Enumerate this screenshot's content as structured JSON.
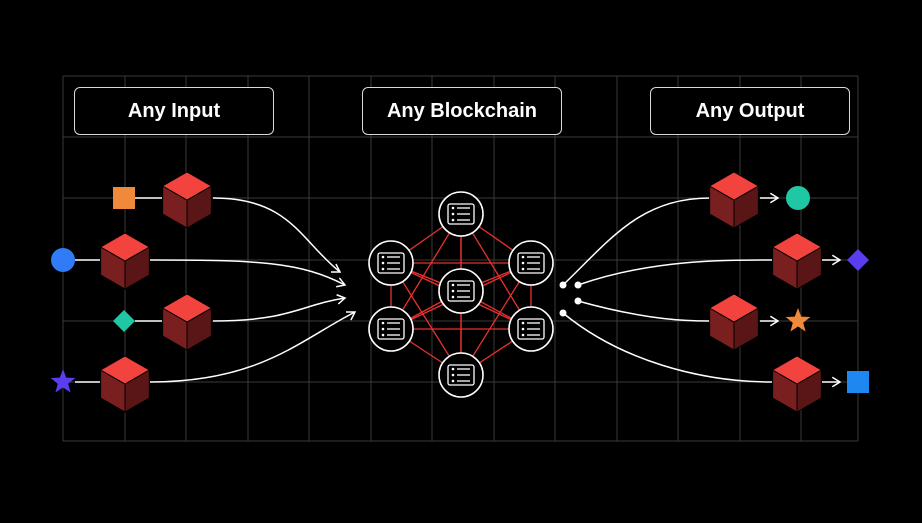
{
  "labels": {
    "input": "Any Input",
    "blockchain": "Any Blockchain",
    "output": "Any Output"
  },
  "colors": {
    "background": "#000000",
    "grid": "#3a3a3a",
    "cube_top": "#f2433f",
    "cube_left": "#7a1f1f",
    "cube_right": "#5a1616",
    "mesh_line": "#e8312e",
    "flow_line": "#ffffff",
    "orange": "#f08a3a",
    "blue": "#2f7cf6",
    "teal": "#1fc7a4",
    "violet": "#5b3df0",
    "sky": "#1e88f0"
  },
  "inputs": [
    {
      "shape": "square",
      "color": "orange"
    },
    {
      "shape": "circle",
      "color": "blue"
    },
    {
      "shape": "diamond",
      "color": "teal"
    },
    {
      "shape": "star",
      "color": "violet"
    }
  ],
  "outputs": [
    {
      "shape": "circle",
      "color": "teal"
    },
    {
      "shape": "diamond",
      "color": "violet"
    },
    {
      "shape": "star",
      "color": "orange"
    },
    {
      "shape": "square",
      "color": "sky"
    }
  ],
  "nodes": [
    "node-top",
    "node-upper-left",
    "node-upper-right",
    "node-center",
    "node-lower-left",
    "node-lower-right",
    "node-bottom"
  ]
}
